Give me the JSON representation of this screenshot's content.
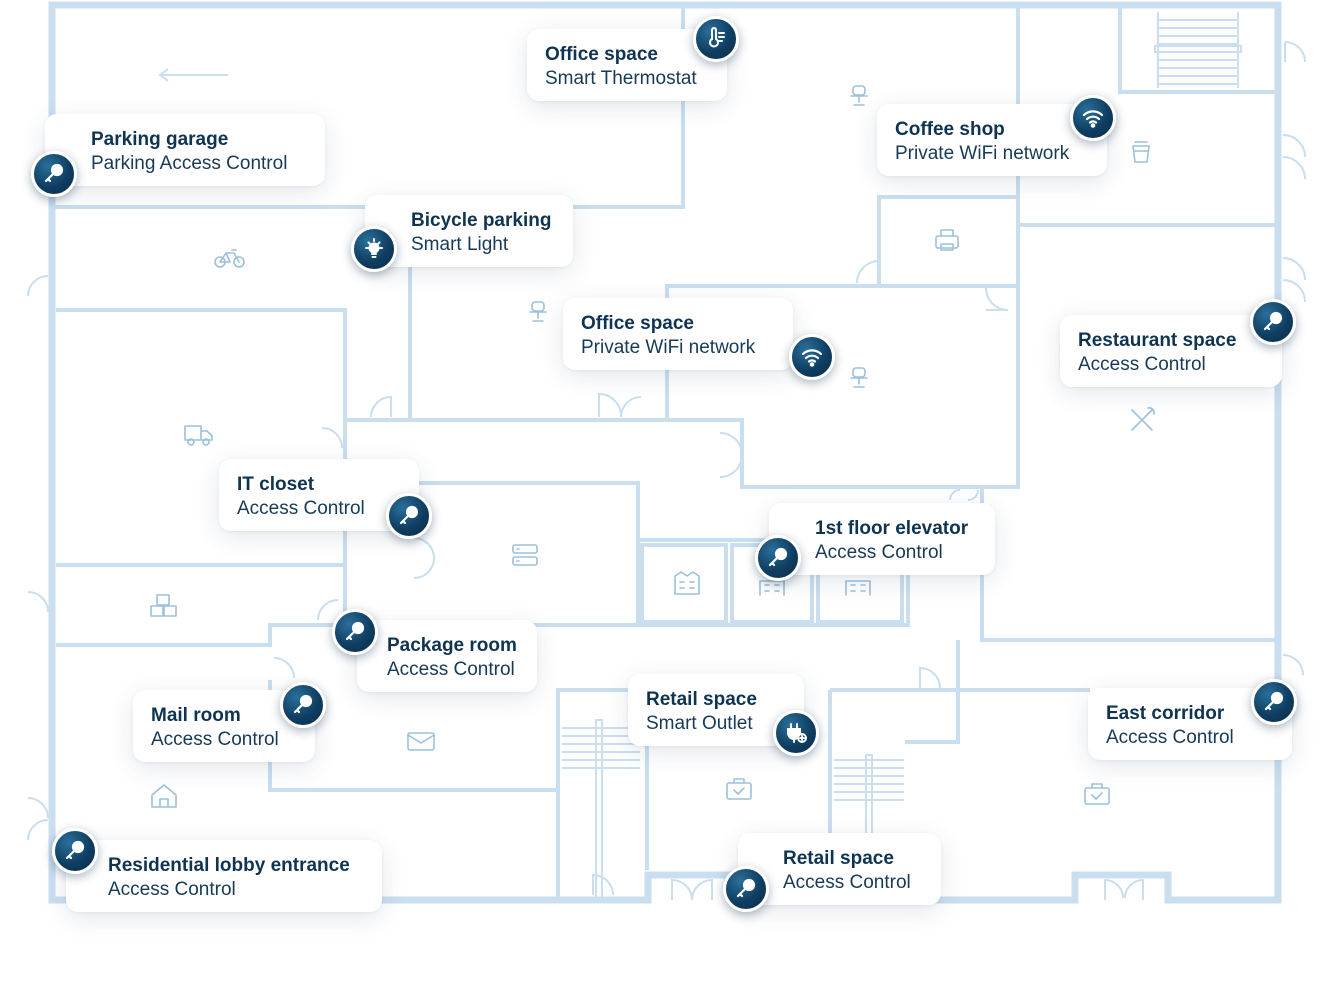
{
  "colors": {
    "wall": "#c9dff0",
    "room_icon": "#9cc0dc",
    "card_title": "#0f3452",
    "card_sub": "#173a56",
    "badge": "#0f3e62"
  },
  "markers": [
    {
      "id": "office-thermostat",
      "title": "Office space",
      "subtitle": "Smart Thermostat",
      "icon": "thermostat-icon"
    },
    {
      "id": "parking-garage",
      "title": "Parking garage",
      "subtitle": "Parking Access Control",
      "icon": "key-icon"
    },
    {
      "id": "coffee-shop",
      "title": "Coffee shop",
      "subtitle": "Private WiFi network",
      "icon": "wifi-icon"
    },
    {
      "id": "bicycle-parking",
      "title": "Bicycle parking",
      "subtitle": "Smart Light",
      "icon": "lightbulb-icon"
    },
    {
      "id": "office-wifi",
      "title": "Office space",
      "subtitle": "Private WiFi network",
      "icon": "wifi-icon"
    },
    {
      "id": "restaurant",
      "title": "Restaurant space",
      "subtitle": "Access Control",
      "icon": "key-icon"
    },
    {
      "id": "it-closet",
      "title": "IT closet",
      "subtitle": "Access Control",
      "icon": "key-icon"
    },
    {
      "id": "elevator",
      "title": "1st floor elevator",
      "subtitle": "Access Control",
      "icon": "key-icon"
    },
    {
      "id": "package-room",
      "title": "Package room",
      "subtitle": "Access Control",
      "icon": "key-icon"
    },
    {
      "id": "retail-outlet",
      "title": "Retail space",
      "subtitle": "Smart Outlet",
      "icon": "outlet-icon"
    },
    {
      "id": "mail-room",
      "title": "Mail room",
      "subtitle": "Access Control",
      "icon": "key-icon"
    },
    {
      "id": "east-corridor",
      "title": "East corridor",
      "subtitle": "Access Control",
      "icon": "key-icon"
    },
    {
      "id": "residential-lobby",
      "title": "Residential lobby entrance",
      "subtitle": "Access Control",
      "icon": "key-icon"
    },
    {
      "id": "retail-access",
      "title": "Retail space",
      "subtitle": "Access Control",
      "icon": "key-icon"
    }
  ]
}
